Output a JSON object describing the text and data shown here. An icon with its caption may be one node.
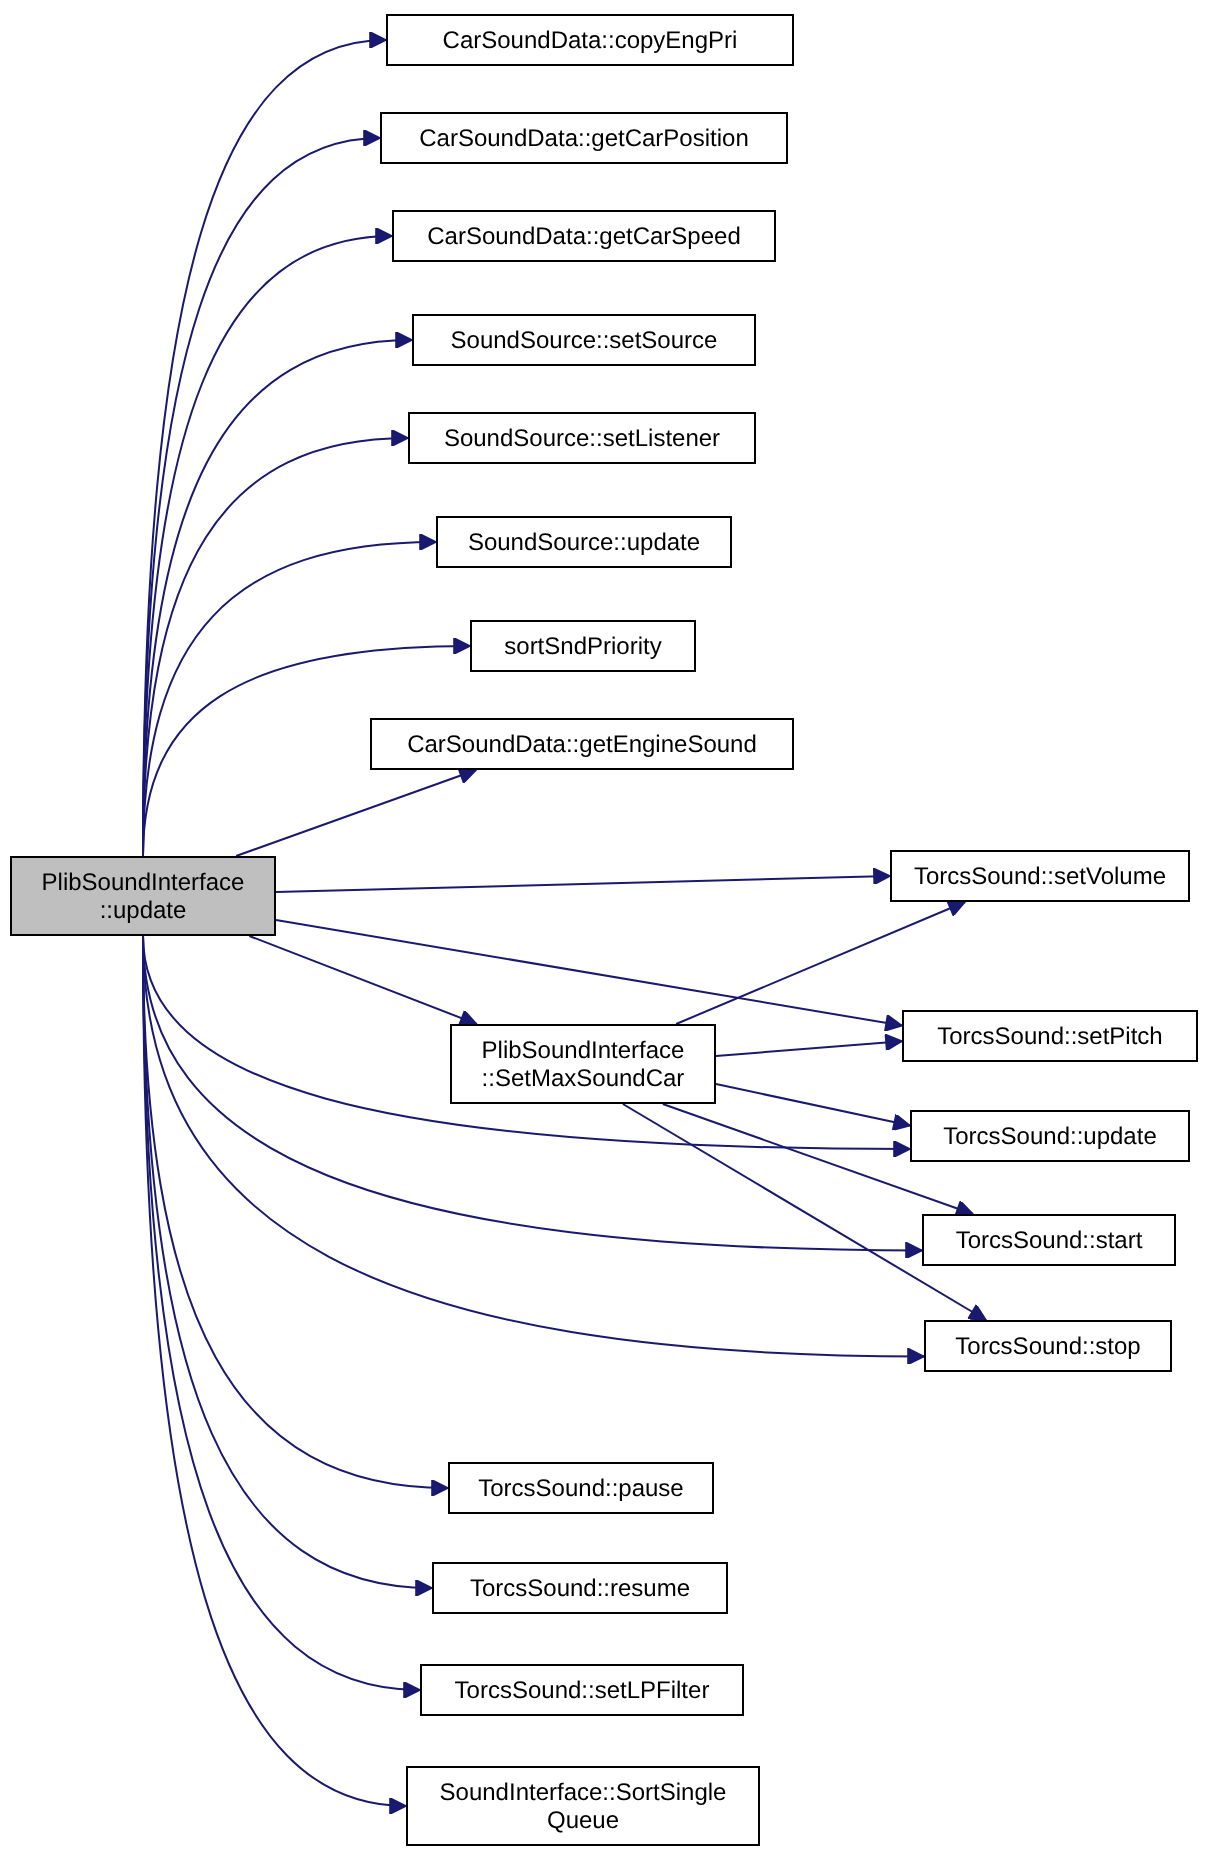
{
  "diagram": {
    "nodes": [
      {
        "text": [
          "PlibSoundInterface ::update"
        ]
      },
      {
        "text": [
          "CarSoundData::copyEngPri"
        ]
      },
      {
        "text": [
          "CarSoundData::getCarPosition"
        ]
      },
      {
        "text": [
          "CarSoundData::getCarSpeed"
        ]
      },
      {
        "text": [
          "SoundSource::setSource"
        ]
      },
      {
        "text": [
          "SoundSource::setListener"
        ]
      },
      {
        "text": [
          "SoundSource::update"
        ]
      },
      {
        "text": [
          "sortSndPriority"
        ]
      },
      {
        "text": [
          "CarSoundData::getEngineSound"
        ]
      },
      {
        "text": [
          "TorcsSound::setVolume"
        ]
      },
      {
        "text": [
          "PlibSoundInterface ::SetMaxSoundCar"
        ]
      },
      {
        "text": [
          "TorcsSound::setPitch"
        ]
      },
      {
        "text": [
          "TorcsSound::update"
        ]
      },
      {
        "text": [
          "TorcsSound::start"
        ]
      },
      {
        "text": [
          "TorcsSound::stop"
        ]
      },
      {
        "text": [
          "TorcsSound::pause"
        ]
      },
      {
        "text": [
          "TorcsSound::resume"
        ]
      },
      {
        "text": [
          "TorcsSound::setLPFilter"
        ]
      },
      {
        "text": [
          "SoundInterface::SortSingle Queue"
        ]
      }
    ],
    "edges": [
      {
        "from": 0,
        "to": 1,
        "arrow": "to"
      },
      {
        "from": 0,
        "to": 2,
        "arrow": "to"
      },
      {
        "from": 0,
        "to": 3,
        "arrow": "to"
      },
      {
        "from": 0,
        "to": 4,
        "arrow": "to"
      },
      {
        "from": 0,
        "to": 5,
        "arrow": "to"
      },
      {
        "from": 0,
        "to": 6,
        "arrow": "to"
      },
      {
        "from": 0,
        "to": 7,
        "arrow": "to"
      },
      {
        "from": 0,
        "to": 8,
        "arrow": "to"
      },
      {
        "from": 0,
        "to": 9,
        "arrow": "to"
      },
      {
        "from": 0,
        "to": 10,
        "arrow": "to"
      },
      {
        "from": 0,
        "to": 11,
        "arrow": "to"
      },
      {
        "from": 0,
        "to": 12,
        "arrow": "to"
      },
      {
        "from": 0,
        "to": 13,
        "arrow": "to"
      },
      {
        "from": 0,
        "to": 14,
        "arrow": "to"
      },
      {
        "from": 0,
        "to": 15,
        "arrow": "to"
      },
      {
        "from": 0,
        "to": 16,
        "arrow": "to"
      },
      {
        "from": 0,
        "to": 17,
        "arrow": "to"
      },
      {
        "from": 0,
        "to": 18,
        "arrow": "to"
      },
      {
        "from": 10,
        "to": 9,
        "arrow": "to"
      },
      {
        "from": 10,
        "to": 11,
        "arrow": "to"
      },
      {
        "from": 10,
        "to": 12,
        "arrow": "to"
      },
      {
        "from": 10,
        "to": 13,
        "arrow": "to"
      },
      {
        "from": 10,
        "to": 14,
        "arrow": "to"
      }
    ]
  }
}
